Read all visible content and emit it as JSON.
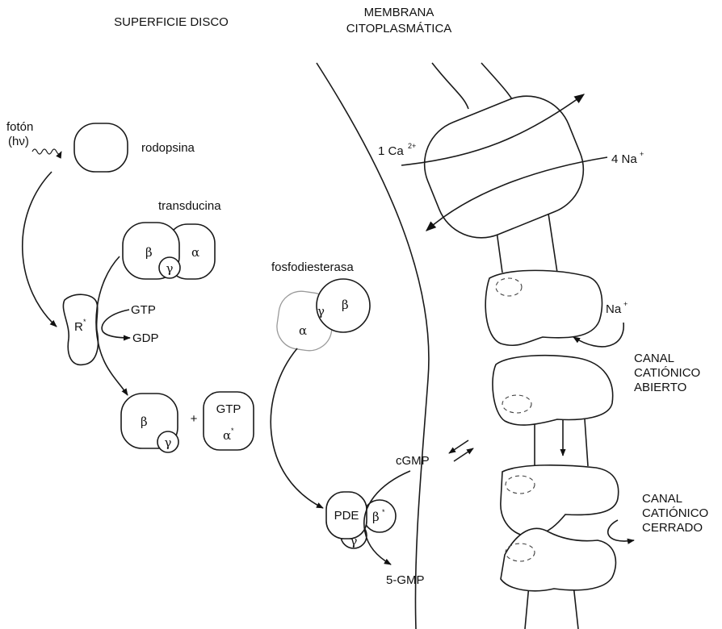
{
  "headers": {
    "disc_surface": "SUPERFICIE DISCO",
    "membrane_line1": "MEMBRANA",
    "membrane_line2": "CITOPLASMÁTICA"
  },
  "photon": {
    "line1": "fotón",
    "line2": "(hν)"
  },
  "rhodopsin": "rodopsina",
  "activated_rhodopsin": {
    "base": "R",
    "sup": "*"
  },
  "transducin": {
    "label": "transducina",
    "beta": "β",
    "alpha": "α",
    "gamma": "γ"
  },
  "nucleotides": {
    "gtp": "GTP",
    "gdp": "GDP",
    "gtp_bound": "GTP"
  },
  "active_alpha": {
    "base": "α",
    "sup": "*"
  },
  "plus": "+",
  "phosphodiesterase": {
    "label": "fosfodiesterasa",
    "alpha": "α",
    "beta": "β",
    "gamma": "γ"
  },
  "pde_complex": {
    "pde": "PDE",
    "beta": "β",
    "beta_sup": "*",
    "gamma": "γ"
  },
  "cgmp": "cGMP",
  "five_gmp": "5-GMP",
  "exchanger": {
    "ca_count": "1 Ca",
    "ca_charge": "2+",
    "na_count": "4 Na",
    "na_charge": "+"
  },
  "sodium": {
    "base": "Na",
    "charge": "+"
  },
  "channel_open": [
    "CANAL",
    "CATIÓNICO",
    "ABIERTO"
  ],
  "channel_closed": [
    "CANAL",
    "CATIÓNICO",
    "CERRADO"
  ]
}
